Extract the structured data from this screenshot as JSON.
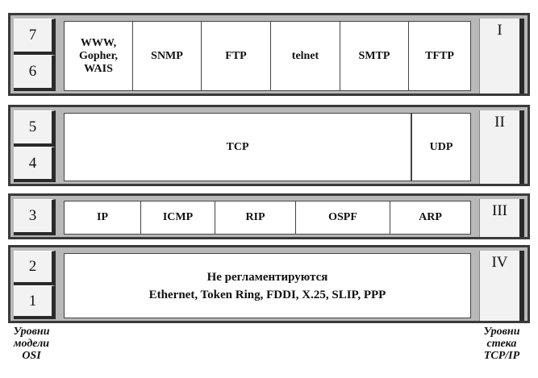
{
  "bands": [
    {
      "osi_levels": [
        "7",
        "6"
      ],
      "tcpip_level": "I",
      "protocols": [
        "WWW,\nGopher,\nWAIS",
        "SNMP",
        "FTP",
        "telnet",
        "SMTP",
        "TFTP"
      ]
    },
    {
      "osi_levels": [
        "5",
        "4"
      ],
      "tcpip_level": "II",
      "protocols": [
        "TCP",
        "UDP"
      ]
    },
    {
      "osi_levels": [
        "3"
      ],
      "tcpip_level": "III",
      "protocols": [
        "IP",
        "ICMP",
        "RIP",
        "OSPF",
        "ARP"
      ]
    },
    {
      "osi_levels": [
        "2",
        "1"
      ],
      "tcpip_level": "IV",
      "network_line1": "Не регламентируются",
      "network_line2": "Ethernet, Token Ring, FDDI, X.25, SLIP, PPP"
    }
  ],
  "labels": {
    "osi_caption": "Уровни\nмодели\nOSI",
    "tcpip_caption": "Уровни\nстека\nTCP/IP"
  }
}
